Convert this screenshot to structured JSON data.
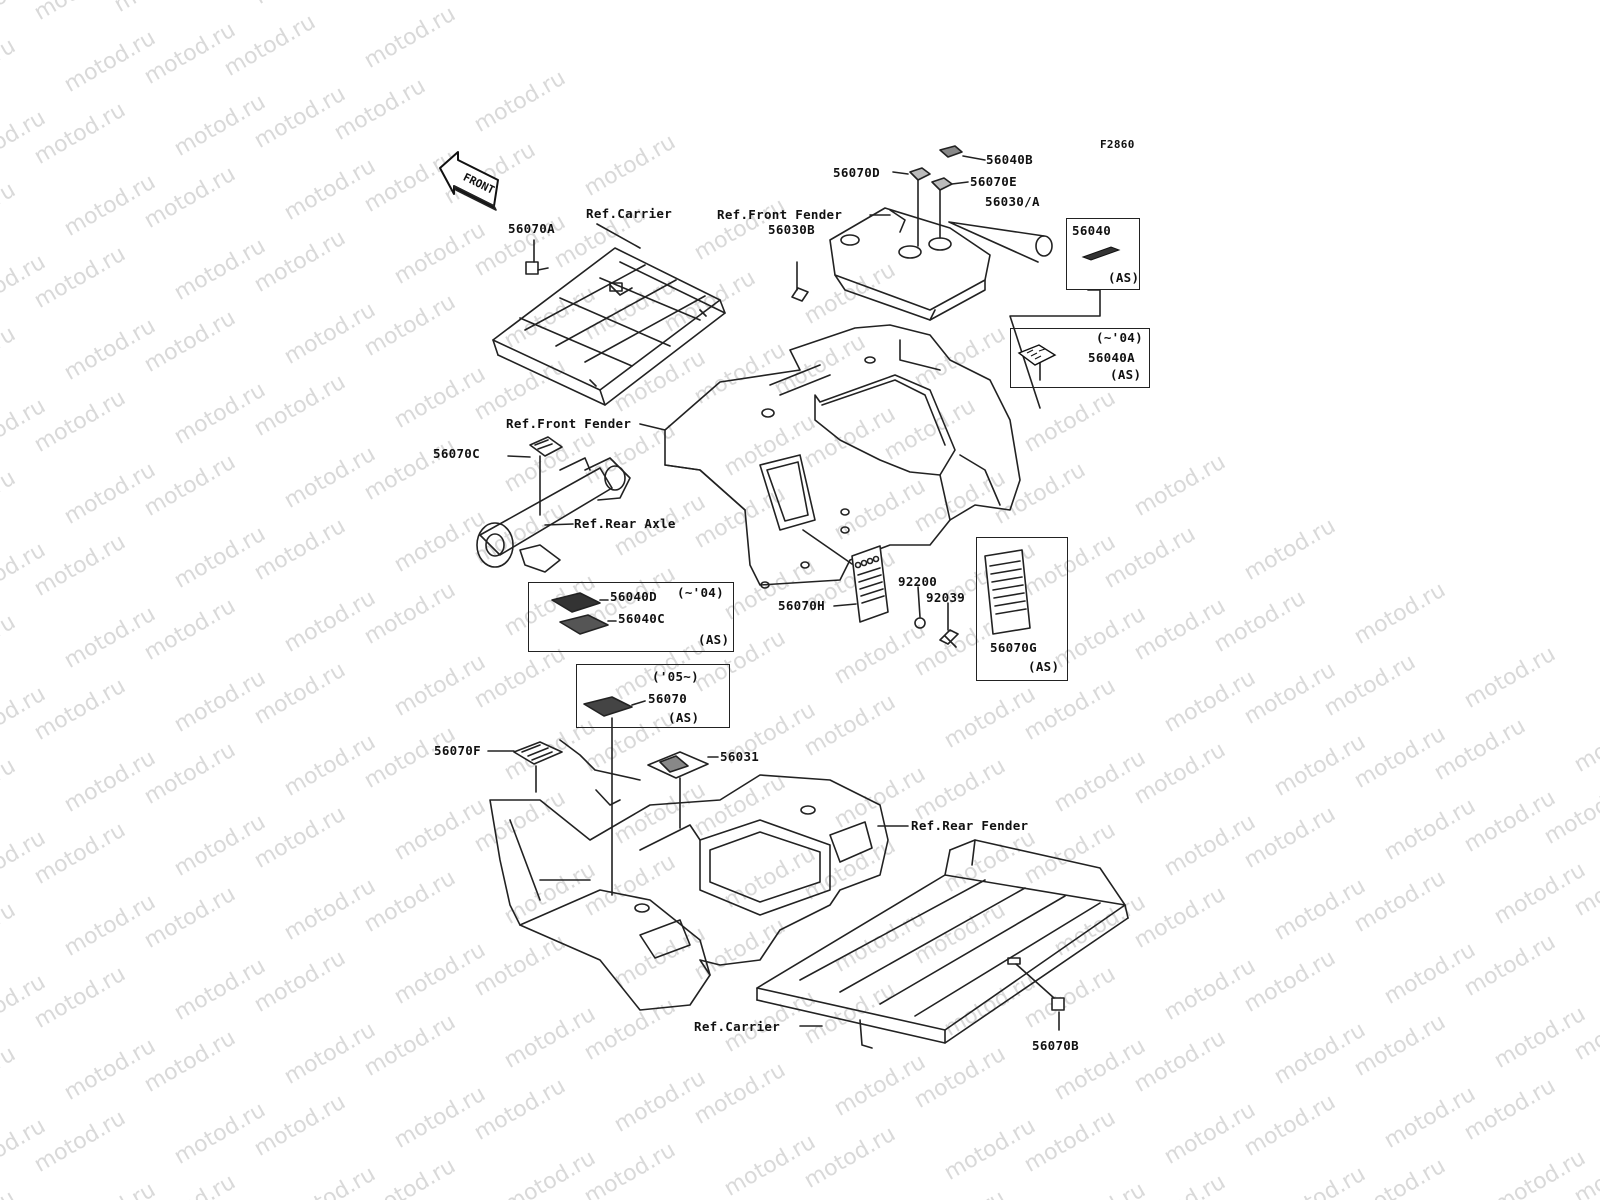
{
  "watermark": "motod.ru",
  "figure_code": "F2860",
  "front_arrow": "FRONT",
  "labels": {
    "p56070A": "56070A",
    "ref_carrier_top": "Ref.Carrier",
    "ref_front_fender_top": "Ref.Front Fender",
    "p56070D": "56070D",
    "p56040B": "56040B",
    "p56070E": "56070E",
    "p56030A": "56030/A",
    "p56030B": "56030B",
    "p56040": "56040",
    "p56040_as": "(AS)",
    "p56040A_note": "(~'04)",
    "p56040A": "56040A",
    "p56040A_as": "(AS)",
    "ref_front_fender_mid": "Ref.Front Fender",
    "p56070C": "56070C",
    "ref_rear_axle": "Ref.Rear Axle",
    "p56040D": "56040D",
    "p56040D_note": "(~'04)",
    "p56040C": "56040C",
    "p56040C_as": "(AS)",
    "p92200": "92200",
    "p92039": "92039",
    "p56070H": "56070H",
    "p56070G": "56070G",
    "p56070G_as": "(AS)",
    "p56070_note": "('05~)",
    "p56070": "56070",
    "p56070_as": "(AS)",
    "p56070F": "56070F",
    "p56031": "56031",
    "ref_rear_fender": "Ref.Rear Fender",
    "ref_carrier_bottom": "Ref.Carrier",
    "p56070B": "56070B"
  }
}
